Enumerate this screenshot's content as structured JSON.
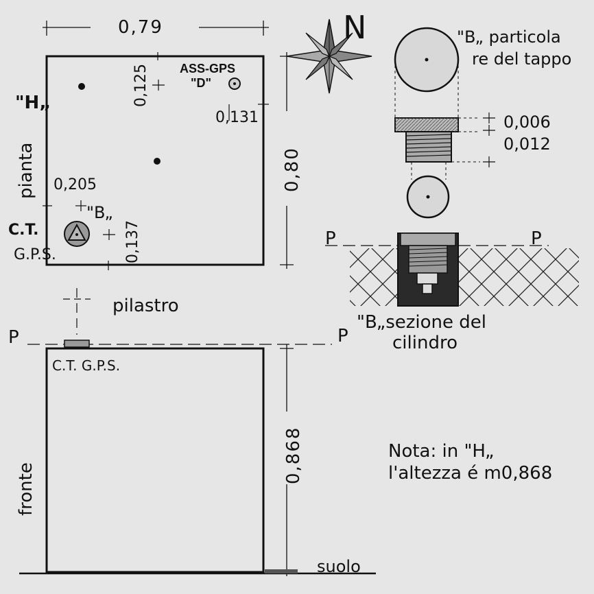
{
  "labels": {
    "width_dim": "0,79",
    "h_label": "\"H„",
    "pianta": "pianta",
    "dim_0125": "0,125",
    "ass_gps": "ASS-GPS",
    "d_label": "\"D\"",
    "dim_0131": "0,131",
    "dim_080": "0,80",
    "dim_0205": "0,205",
    "b_label": "\"B„",
    "ct_line1": "C.T.",
    "ct_line2": "G.P.S.",
    "dim_0137": "0,137",
    "north": "N",
    "b_part_line1": "\"B„ particola",
    "b_part_line2": "re del tappo",
    "dim_0006": "0,006",
    "dim_0012": "0,012",
    "p_left_top": "P",
    "p_right_top": "P",
    "b_sez_line1": "\"B„sezione del",
    "b_sez_line2": "cilindro",
    "pilastro": "pilastro",
    "p_left_bottom": "P",
    "p_right_bottom": "P",
    "ct_gps_front": "C.T. G.P.S.",
    "fronte": "fronte",
    "dim_0868": "0,868",
    "nota_line1": "Nota:  in \"H„",
    "nota_line2": "l'altezza é m0,868",
    "suolo": "suolo"
  },
  "colors": {
    "ink": "#111111",
    "paper": "#e6e6e6",
    "circle_fill": "#d8d8d8",
    "marker_fill": "#9a9a9a",
    "hatch": "#222222",
    "dark_section": "#2a2a2a"
  }
}
